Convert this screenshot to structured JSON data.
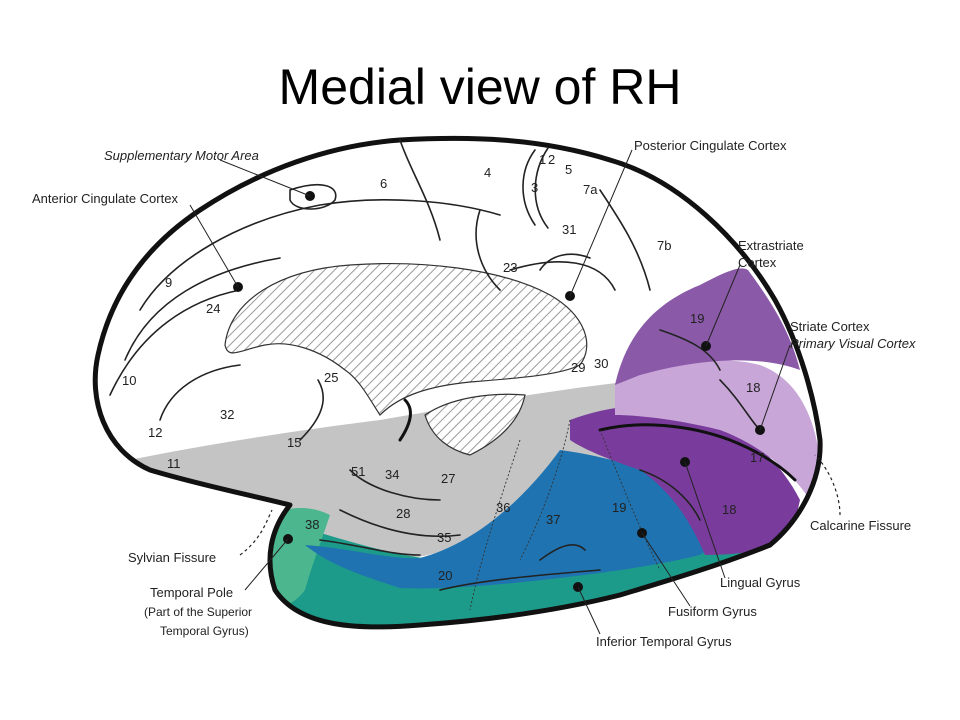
{
  "title": "Medial view of RH",
  "labels": {
    "supplementary_motor_area": "Supplementary Motor Area",
    "anterior_cingulate_cortex": "Anterior Cingulate Cortex",
    "posterior_cingulate_cortex": "Posterior Cingulate Cortex",
    "extrastriate_line1": "Extrastriate",
    "extrastriate_line2": "Cortex",
    "striate_line1": "Striate Cortex",
    "striate_line2": "Primary Visual Cortex",
    "calcarine_fissure": "Calcarine Fissure",
    "lingual_gyrus": "Lingual Gyrus",
    "fusiform_gyrus": "Fusiform Gyrus",
    "inferior_temporal_gyrus": "Inferior Temporal Gyrus",
    "sylvian_fissure": "Sylvian Fissure",
    "temporal_pole_line1": "Temporal Pole",
    "temporal_pole_line2": "(Part of the Superior",
    "temporal_pole_line3": "Temporal Gyrus)"
  },
  "areas": {
    "a1": "1",
    "a2": "2",
    "a3": "3",
    "a4": "4",
    "a5": "5",
    "a6": "6",
    "a7a": "7a",
    "a7b": "7b",
    "a9": "9",
    "a10": "10",
    "a11": "11",
    "a12": "12",
    "a15": "15",
    "a17": "17",
    "a18_upper": "18",
    "a18_lower": "18",
    "a19_upper": "19",
    "a19_lower": "19",
    "a20": "20",
    "a23": "23",
    "a24": "24",
    "a25": "25",
    "a27": "27",
    "a28": "28",
    "a29": "29",
    "a30": "30",
    "a31": "31",
    "a32": "32",
    "a34": "34",
    "a35": "35",
    "a36": "36",
    "a37": "37",
    "a38": "38",
    "a51": "51"
  },
  "colors": {
    "striate": "#c8a6d8",
    "extrastriate": "#8a5aa8",
    "lingual": "#7a3c9c",
    "fusiform": "#1f73b0",
    "inferior_temporal": "#1d9b8a",
    "temporal_pole": "#4cb68e",
    "limbic_gray": "#c4c4c4",
    "corpus_callosum_hatch": "#9a9a9a"
  }
}
